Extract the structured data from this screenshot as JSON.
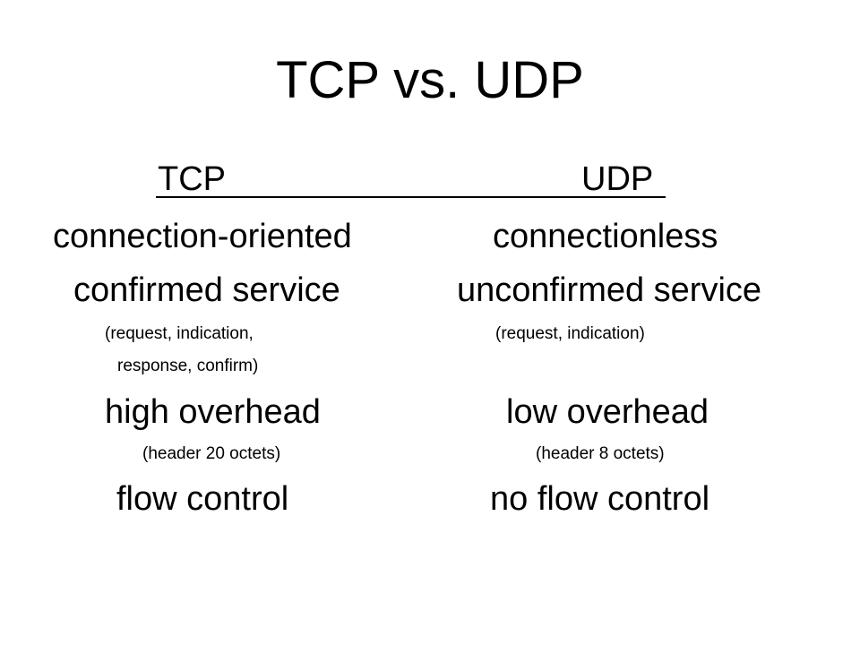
{
  "slide": {
    "title": "TCP vs. UDP",
    "tcp": {
      "heading": "TCP",
      "connection": "connection-oriented",
      "service": "confirmed service",
      "service_note_1": "(request, indication,",
      "service_note_2": "response, confirm)",
      "overhead": "high overhead",
      "overhead_note": "(header 20 octets)",
      "flow": "flow control"
    },
    "udp": {
      "heading": "UDP",
      "connection": "connectionless",
      "service": "unconfirmed service",
      "service_note": "(request, indication)",
      "overhead": "low overhead",
      "overhead_note": "(header 8 octets)",
      "flow": "no flow control"
    }
  }
}
